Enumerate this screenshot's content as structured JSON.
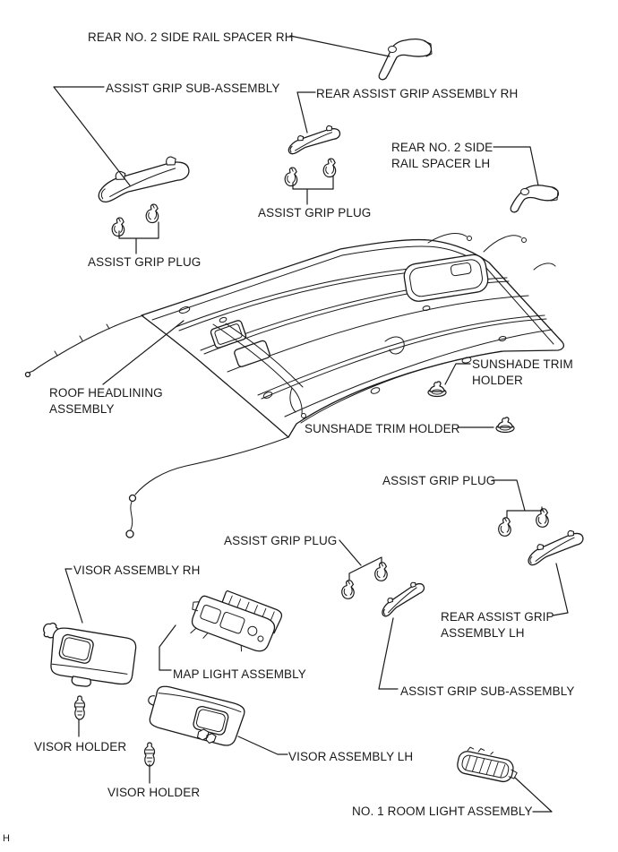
{
  "page": {
    "background": "#ffffff",
    "line_color": "#1a1a1a",
    "page_marker": "H"
  },
  "labels": {
    "rear_no2_side_rail_spacer_rh": "REAR NO. 2 SIDE RAIL SPACER RH",
    "assist_grip_sub_assembly_top": "ASSIST GRIP SUB-ASSEMBLY",
    "rear_assist_grip_assembly_rh": "REAR ASSIST GRIP ASSEMBLY RH",
    "rear_no2_side_rail_spacer_lh": [
      "REAR NO. 2 SIDE",
      "RAIL SPACER LH"
    ],
    "assist_grip_plug_rh_pair": "ASSIST GRIP PLUG",
    "assist_grip_plug_left_pair": "ASSIST GRIP PLUG",
    "roof_headlining_assembly": [
      "ROOF HEADLINING",
      "ASSEMBLY"
    ],
    "sunshade_trim_holder_upper": [
      "SUNSHADE TRIM",
      "HOLDER"
    ],
    "sunshade_trim_holder_lower": "SUNSHADE TRIM HOLDER",
    "assist_grip_plug_right_pair": "ASSIST GRIP PLUG",
    "assist_grip_plug_mid_pair": "ASSIST GRIP PLUG",
    "visor_assembly_rh": "VISOR ASSEMBLY RH",
    "map_light_assembly": "MAP LIGHT ASSEMBLY",
    "rear_assist_grip_assembly_lh": [
      "REAR ASSIST GRIP",
      "ASSEMBLY LH"
    ],
    "assist_grip_sub_assembly_bottom": "ASSIST GRIP SUB-ASSEMBLY",
    "visor_holder_1": "VISOR HOLDER",
    "visor_holder_2": "VISOR HOLDER",
    "visor_assembly_lh": "VISOR ASSEMBLY LH",
    "no1_room_light_assembly": "NO. 1 ROOM LIGHT ASSEMBLY"
  },
  "parts": [
    "rear-no2-side-rail-spacer-rh",
    "assist-grip-sub-assembly-front",
    "rear-assist-grip-assembly-rh",
    "rear-no2-side-rail-spacer-lh",
    "assist-grip-plug-x8",
    "roof-headlining-assembly",
    "sunshade-trim-holder-x2",
    "rear-assist-grip-assembly-lh",
    "assist-grip-sub-assembly-rear",
    "visor-assembly-rh",
    "map-light-assembly",
    "visor-holder-x2",
    "visor-assembly-lh",
    "no1-room-light-assembly"
  ]
}
